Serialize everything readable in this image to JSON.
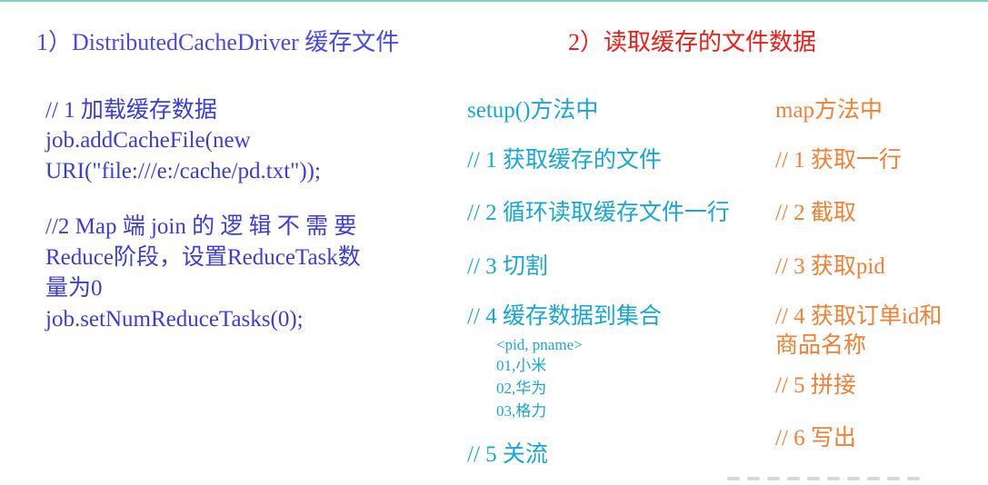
{
  "heading_left": "1）DistributedCacheDriver 缓存文件",
  "heading_right": "2）读取缓存的文件数据",
  "left": {
    "l1": "// 1 加载缓存数据",
    "l2": "job.addCacheFile(new",
    "l3": "URI(\"file:///e:/cache/pd.txt\"));",
    "l4": "//2  Map 端 join 的 逻 辑 不 需 要",
    "l5": "Reduce阶段，设置ReduceTask数",
    "l6": "量为0",
    "l7": "job.setNumReduceTasks(0);"
  },
  "middle": {
    "title": "setup()方法中",
    "s1": "// 1 获取缓存的文件",
    "s2": "// 2 循环读取缓存文件一行",
    "s3": "// 3 切割",
    "s4": "// 4 缓存数据到集合",
    "sub": [
      "<pid, pname>",
      "01,小米",
      "02,华为",
      "03,格力"
    ],
    "s5": "// 5 关流"
  },
  "right": {
    "title": "map方法中",
    "r1": "// 1 获取一行",
    "r2": "// 2 截取",
    "r3": "// 3 获取pid",
    "r4a": "// 4 获取订单id和",
    "r4b": "商品名称",
    "r5": "// 5 拼接",
    "r6": "// 6 写出"
  }
}
